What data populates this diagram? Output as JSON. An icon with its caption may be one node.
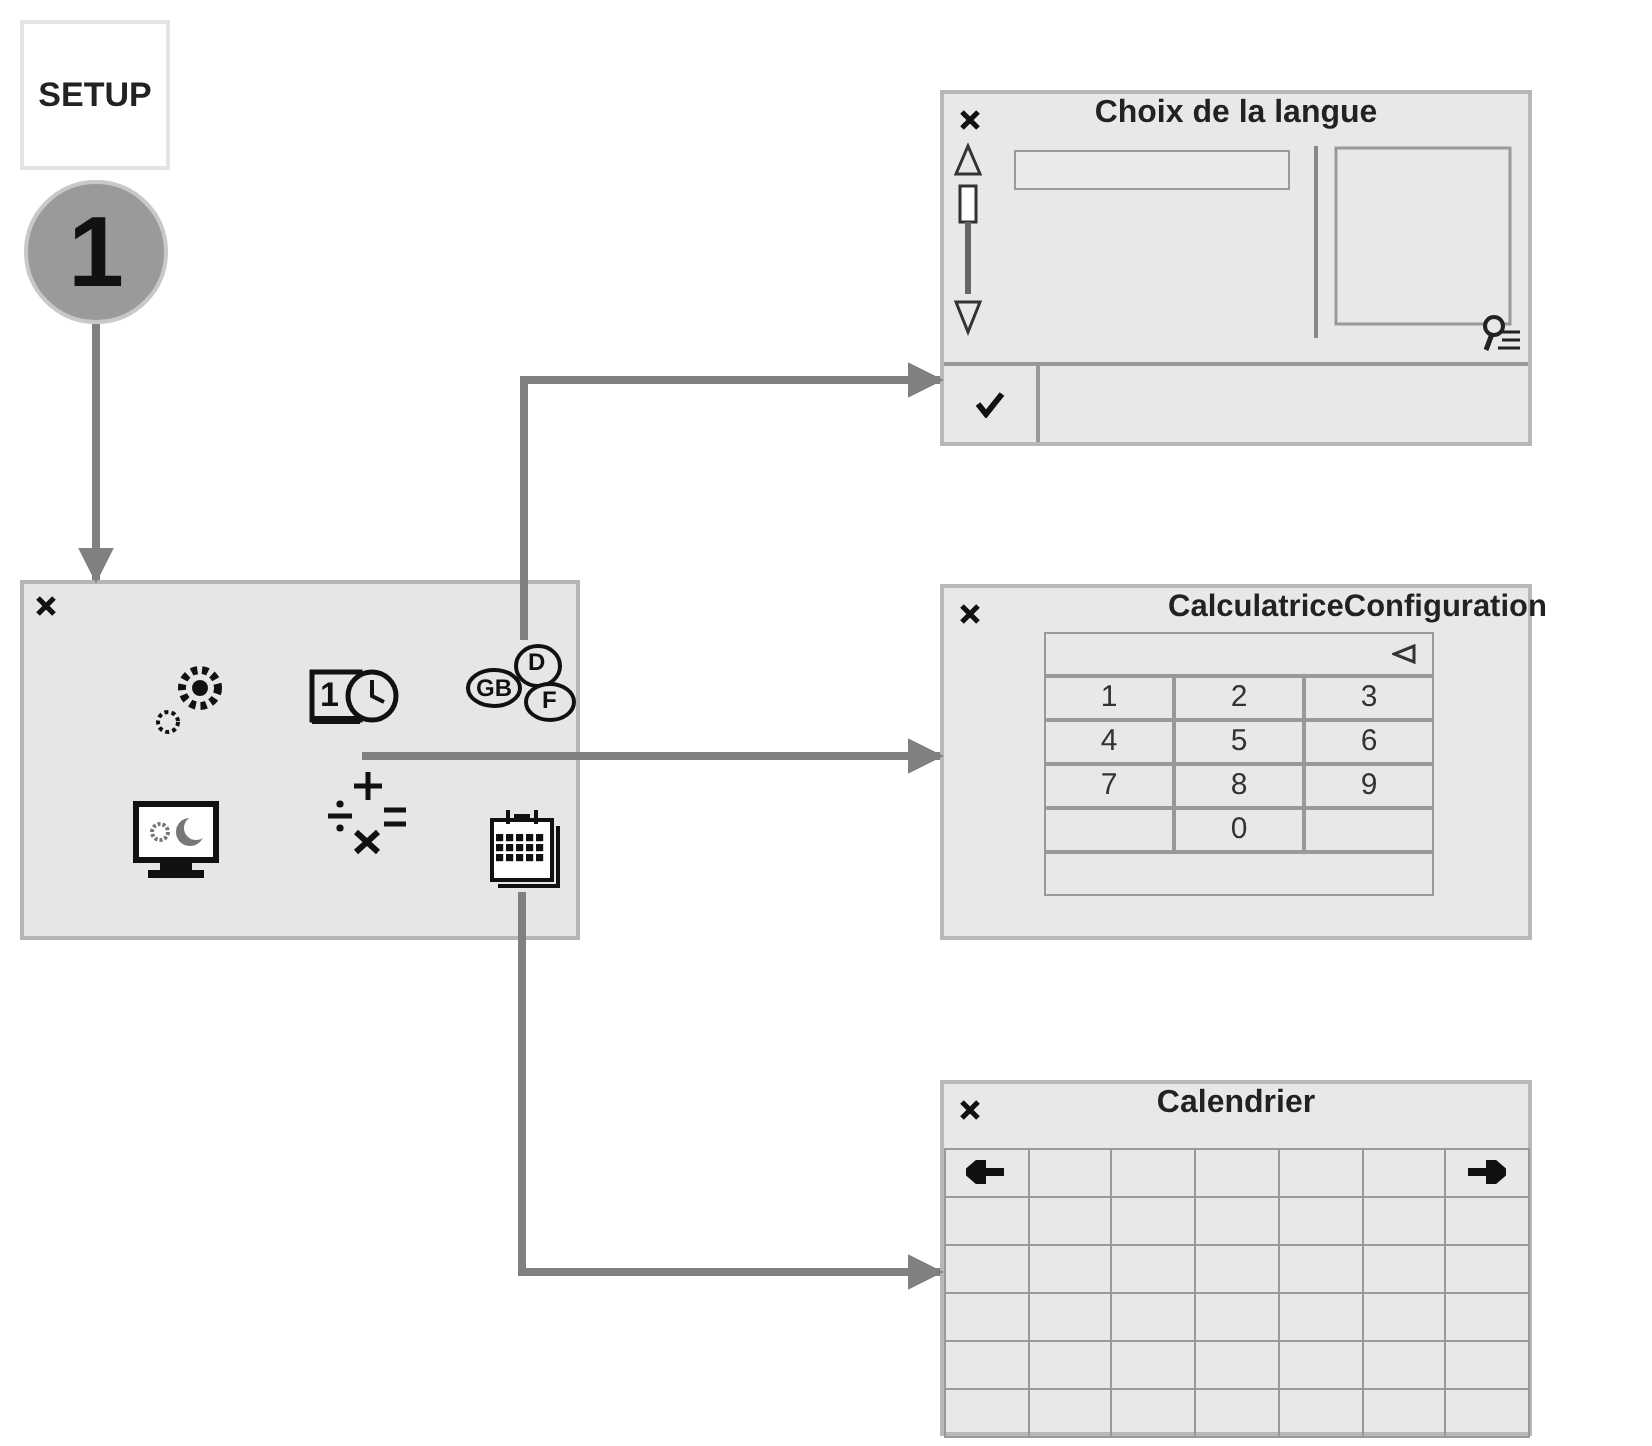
{
  "diagram": {
    "nodes": [
      {
        "text": [
          "SETUP"
        ]
      },
      {
        "text": [
          "1"
        ]
      },
      {
        "text": [],
        "shape": "box"
      },
      {
        "text": [
          "GB",
          "D",
          "F"
        ],
        "in": 2
      },
      {
        "text": [],
        "shape": "icon",
        "in": 2
      },
      {
        "text": [],
        "shape": "icon",
        "in": 2
      },
      {
        "text": [
          "Choix de la langue"
        ]
      },
      {
        "text": [
          "CalculatriceConfiguration"
        ]
      },
      {
        "text": [
          "Calendrier"
        ]
      }
    ],
    "edges": [
      {
        "from": 1,
        "to": 2,
        "arrow": "to"
      },
      {
        "from": 3,
        "to": 6,
        "arrow": "to"
      },
      {
        "from": 4,
        "to": 7,
        "arrow": "to"
      },
      {
        "from": 5,
        "to": 8,
        "arrow": "to"
      }
    ],
    "labels": [
      "1",
      "1",
      "2",
      "3",
      "4",
      "5",
      "6",
      "7",
      "8",
      "9",
      "0"
    ]
  }
}
